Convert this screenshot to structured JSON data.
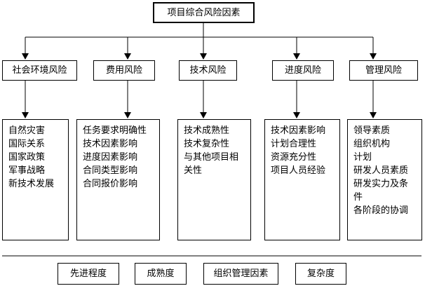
{
  "colors": {
    "line": "#000000",
    "background": "#ffffff",
    "text": "#000000"
  },
  "diagram": {
    "root": {
      "label": "项目综合风险因素"
    },
    "branches": [
      {
        "label": "社会环境风险",
        "items": [
          "自然灾害",
          "国际关系",
          "国家政策",
          "军事战略",
          "新技术发展"
        ]
      },
      {
        "label": "费用风险",
        "items": [
          "任务要求明确性",
          "技术因素影响",
          "进度因素影响",
          "合同类型影响",
          "合同报价影响"
        ]
      },
      {
        "label": "技术风险",
        "items": [
          "技术成熟性",
          "技术复杂性",
          "与其他项目相关性"
        ]
      },
      {
        "label": "进度风险",
        "items": [
          "技术因素影响",
          "计划合理性",
          "资源充分性",
          "项目人员经验"
        ]
      },
      {
        "label": "管理风险",
        "items": [
          "领导素质",
          "组织机构",
          "计划",
          "研发人员素质",
          "研发实力及条件",
          "各阶段的协调"
        ]
      }
    ],
    "footer_boxes": [
      {
        "label": "先进程度"
      },
      {
        "label": "成熟度"
      },
      {
        "label": "组织管理因素"
      },
      {
        "label": "复杂度"
      }
    ]
  }
}
